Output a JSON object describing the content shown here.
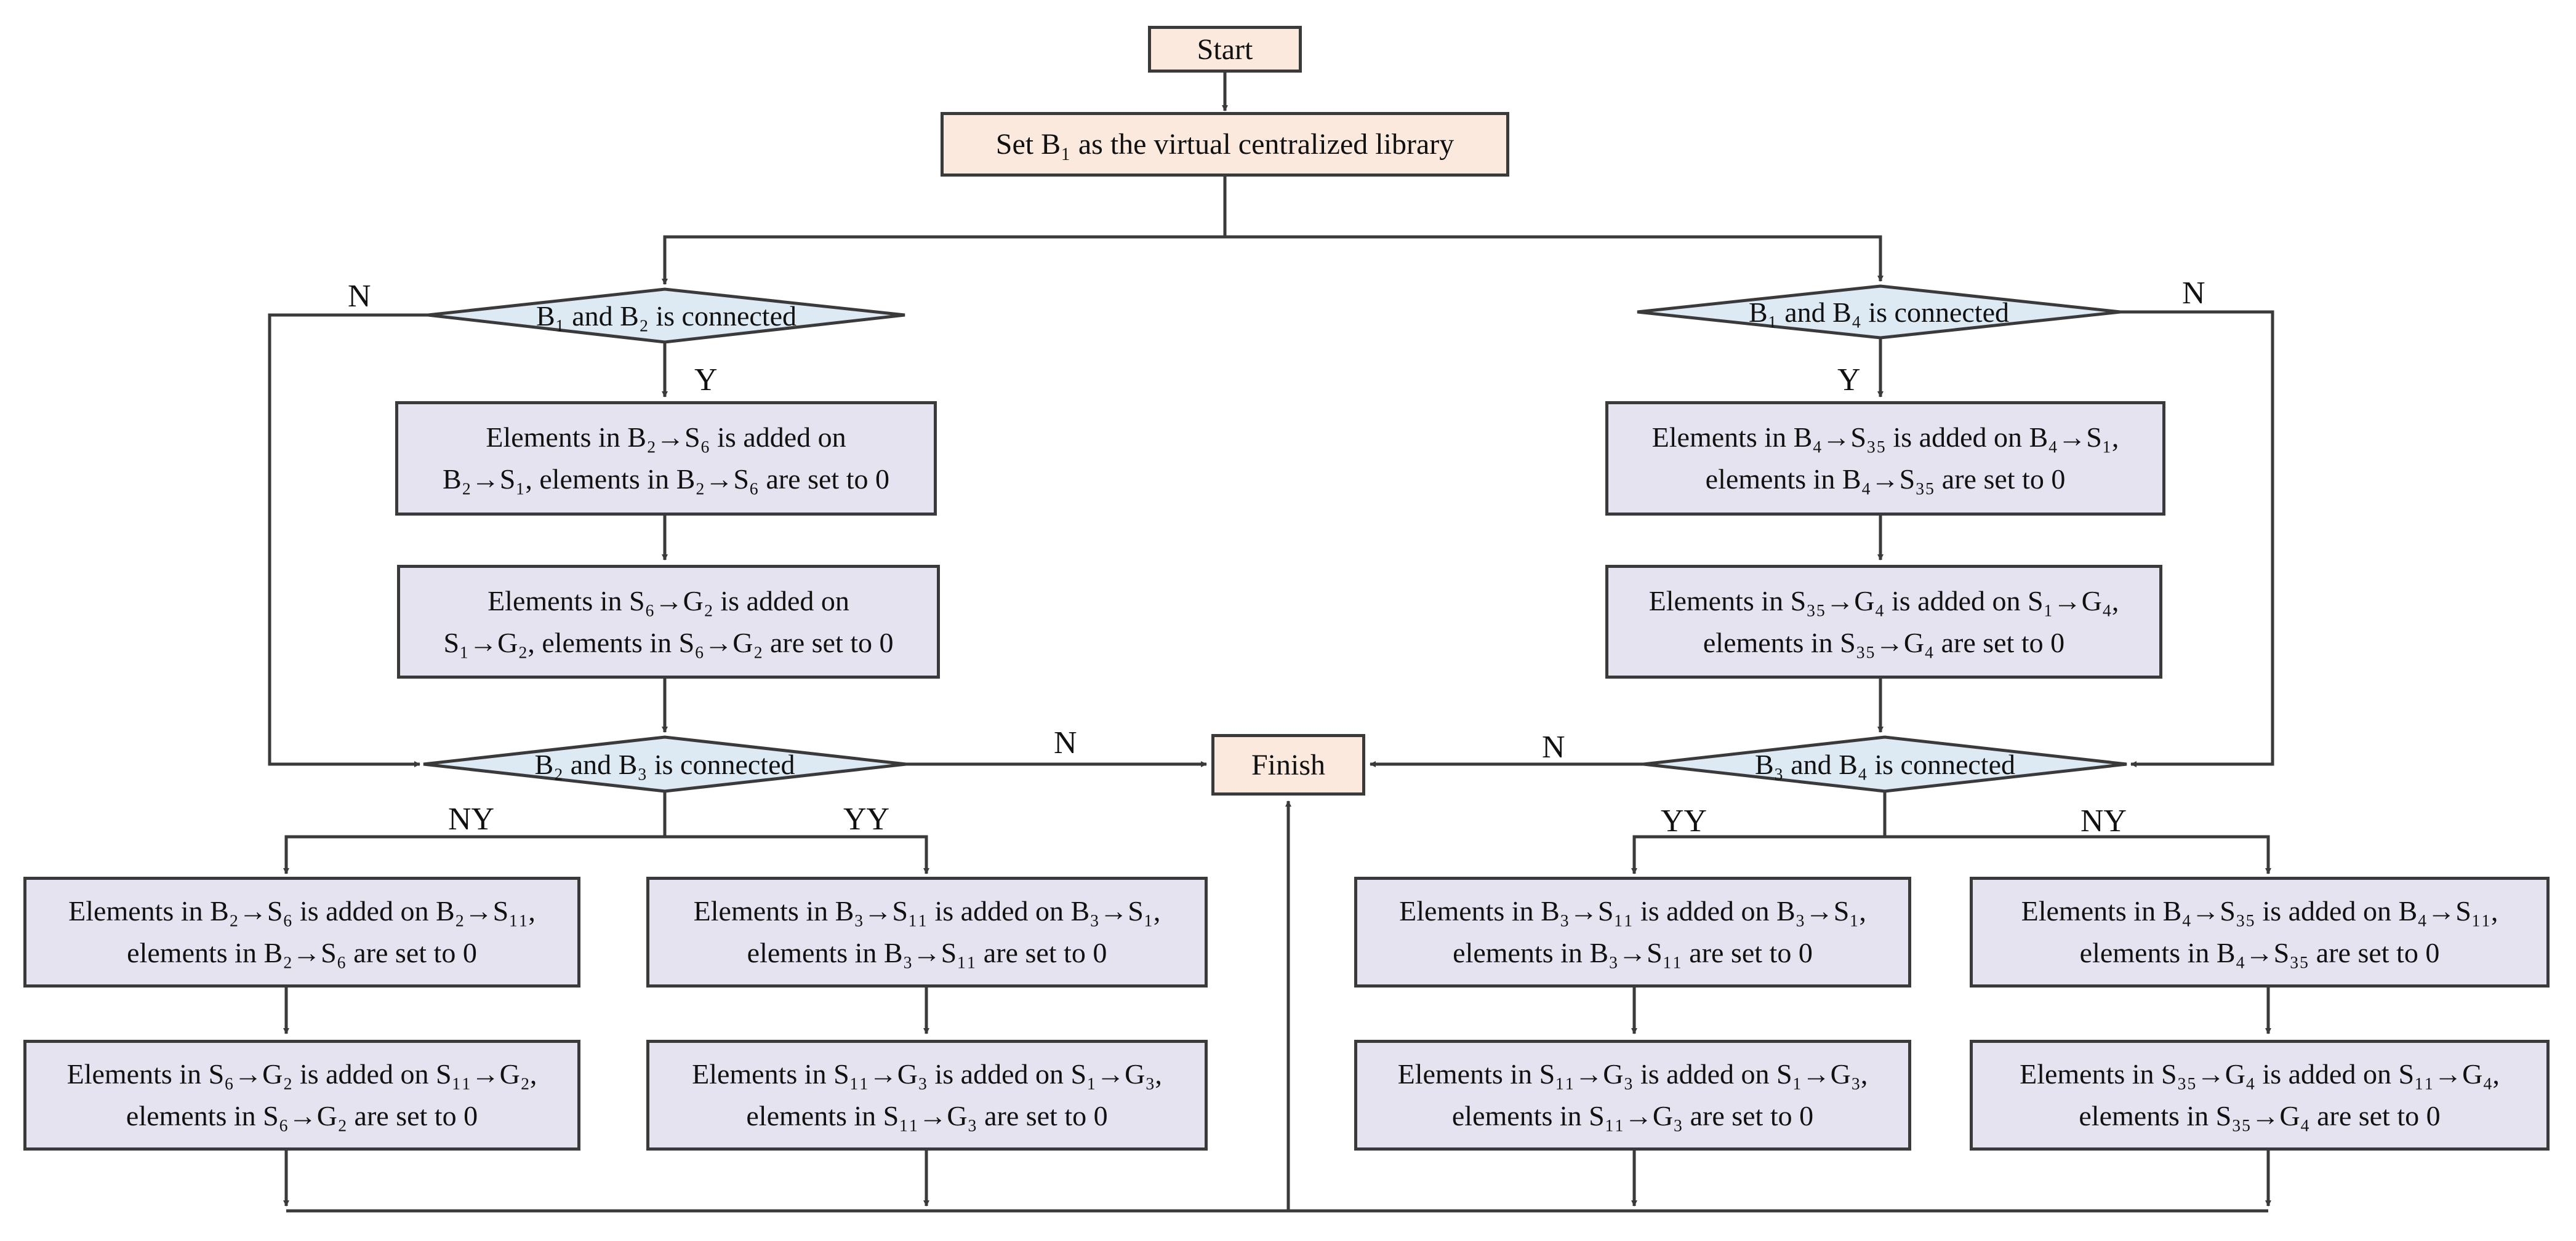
{
  "nodes": {
    "start": "Start",
    "set_b1": "Set B₁ as the virtual centralized library",
    "dec_b1b2": "B₁ and B₂ is connected",
    "dec_b1b4": "B₁ and B₄ is connected",
    "l_p1_l1": "Elements in B₂→S₆ is added on",
    "l_p1_l2": "B₂→S₁, elements in B₂→S₆ are set to 0",
    "l_p2_l1": "Elements in S₆→G₂ is added on",
    "l_p2_l2": "S₁→G₂, elements in S₆→G₂ are set to 0",
    "r_p1_l1": "Elements in B₄→S₃₅ is added on B₄→S₁,",
    "r_p1_l2": "elements in B₄→S₃₅ are set to 0",
    "r_p2_l1": "Elements in S₃₅→G₄ is added on S₁→G₄,",
    "r_p2_l2": "elements in S₃₅→G₄ are set to 0",
    "dec_b2b3": "B₂ and B₃ is connected",
    "dec_b3b4": "B₃ and B₄ is connected",
    "finish": "Finish",
    "b1_l1": "Elements in B₂→S₆ is added on B₂→S₁₁,",
    "b1_l2": "elements in B₂→S₆ are set to 0",
    "b2_l1": "Elements in B₃→S₁₁ is added on B₃→S₁,",
    "b2_l2": "elements in B₃→S₁₁ are set to 0",
    "b3_l1": "Elements in B₃→S₁₁ is added on B₃→S₁,",
    "b3_l2": "elements in B₃→S₁₁ are set to 0",
    "b4_l1": "Elements in B₄→S₃₅ is added on B₄→S₁₁,",
    "b4_l2": "elements in B₄→S₃₅ are set to 0",
    "c1_l1": "Elements in S₆→G₂ is added on S₁₁→G₂,",
    "c1_l2": "elements in S₆→G₂ are set to 0",
    "c2_l1": "Elements in S₁₁→G₃ is added on S₁→G₃,",
    "c2_l2": "elements in S₁₁→G₃ are set to 0",
    "c3_l1": "Elements in S₁₁→G₃ is added on S₁→G₃,",
    "c3_l2": "elements in S₁₁→G₃ are set to 0",
    "c4_l1": "Elements in S₃₅→G₄ is added on S₁₁→G₄,",
    "c4_l2": "elements in S₃₅→G₄ are set to 0"
  },
  "edge_labels": {
    "n_left": "N",
    "y_left": "Y",
    "y_right": "Y",
    "n_right": "N",
    "n_mid_left": "N",
    "n_mid_right": "N",
    "ny_left": "NY",
    "yy_left": "YY",
    "yy_right": "YY",
    "ny_right": "NY"
  },
  "colors": {
    "terminal_fill": "#fbe9dd",
    "process_fill": "#e6e3f0",
    "decision_fill": "#dde9f3",
    "stroke": "#3a3a3a"
  }
}
